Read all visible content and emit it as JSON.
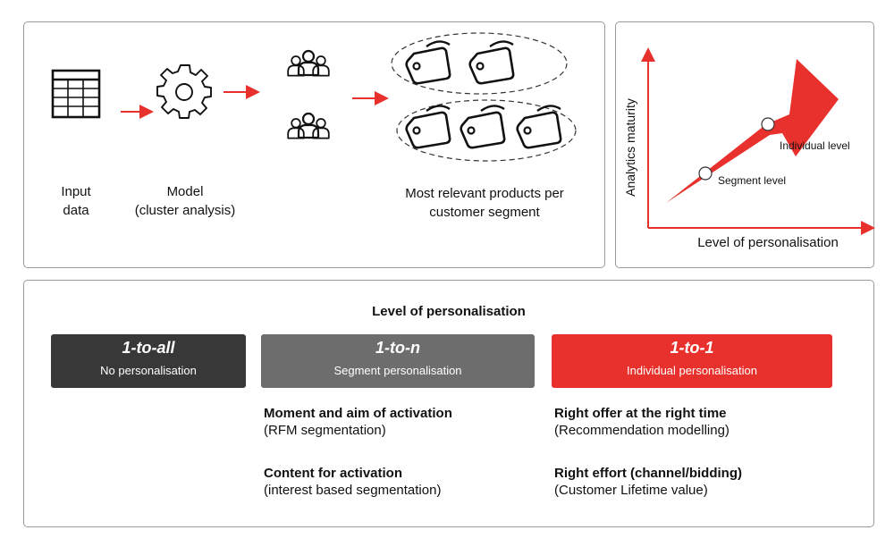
{
  "process": {
    "input_label": "Input\ndata",
    "model_label": "Model\n(cluster analysis)",
    "output_label": "Most relevant products per\ncustomer segment"
  },
  "maturity": {
    "y_axis_label": "Analytics maturity",
    "x_axis_label": "Level of personalisation",
    "points": [
      {
        "label": "Segment level"
      },
      {
        "label": "Individual level"
      }
    ],
    "accent": "#e8312c"
  },
  "levels": {
    "title": "Level of personalisation",
    "boxes": [
      {
        "title": "1-to-all",
        "subtitle": "No personalisation",
        "color": "#383838"
      },
      {
        "title": "1-to-n",
        "subtitle": "Segment personalisation",
        "color": "#6d6d6d"
      },
      {
        "title": "1-to-1",
        "subtitle": "Individual personalisation",
        "color": "#e8312c"
      }
    ],
    "segment_items": [
      {
        "heading": "Moment and aim of activation",
        "sub": "(RFM segmentation)"
      },
      {
        "heading": "Content for activation",
        "sub": "(interest based segmentation)"
      }
    ],
    "individual_items": [
      {
        "heading": "Right offer at the right time",
        "sub": "(Recommendation modelling)"
      },
      {
        "heading": "Right effort (channel/bidding)",
        "sub": "(Customer Lifetime value)"
      }
    ]
  },
  "icons": [
    "table-icon",
    "gear-icon",
    "people-group-icon",
    "price-tag-icon",
    "arrow-right-icon"
  ]
}
